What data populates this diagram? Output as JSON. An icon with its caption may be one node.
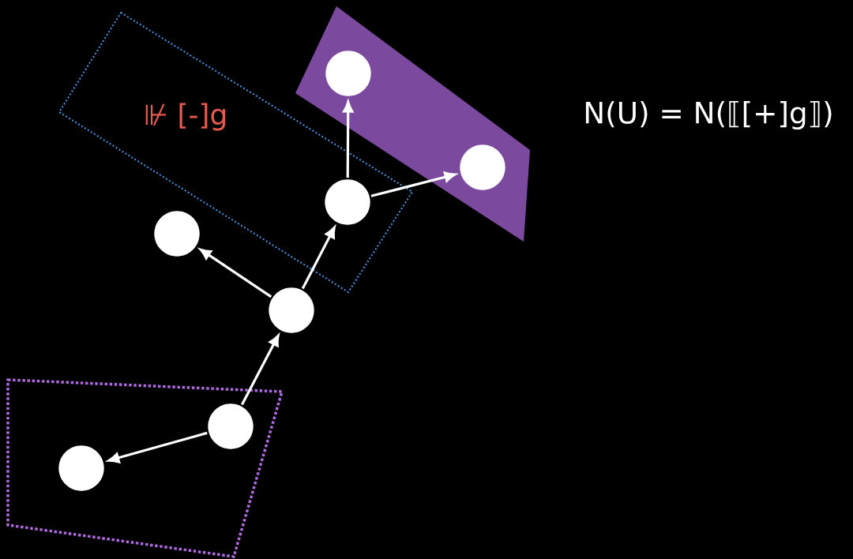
{
  "diagram": {
    "nodes": [
      {
        "text": [
          "⊮ [-]g"
        ]
      },
      {
        "text": [],
        "shape": "box"
      },
      {
        "text": [],
        "shape": "circle",
        "in": 1
      },
      {
        "text": [],
        "shape": "circle",
        "in": 1
      },
      {
        "text": [],
        "shape": "circle",
        "in": 0
      },
      {
        "text": [],
        "shape": "circle"
      },
      {
        "text": [],
        "shape": "circle"
      },
      {
        "text": [],
        "shape": "box"
      },
      {
        "text": [],
        "shape": "circle",
        "in": 7
      },
      {
        "text": [],
        "shape": "circle",
        "in": 7
      }
    ],
    "edges": [
      {
        "from": 8,
        "to": 9,
        "arrow": "to"
      },
      {
        "from": 8,
        "to": 6,
        "arrow": "to"
      },
      {
        "from": 6,
        "to": 5,
        "arrow": "to"
      },
      {
        "from": 6,
        "to": 4,
        "arrow": "to"
      },
      {
        "from": 4,
        "to": 2,
        "arrow": "to"
      },
      {
        "from": 4,
        "to": 3,
        "arrow": "to"
      }
    ],
    "labels": [
      "N(U) = N(⟦[+]g⟧)"
    ]
  }
}
